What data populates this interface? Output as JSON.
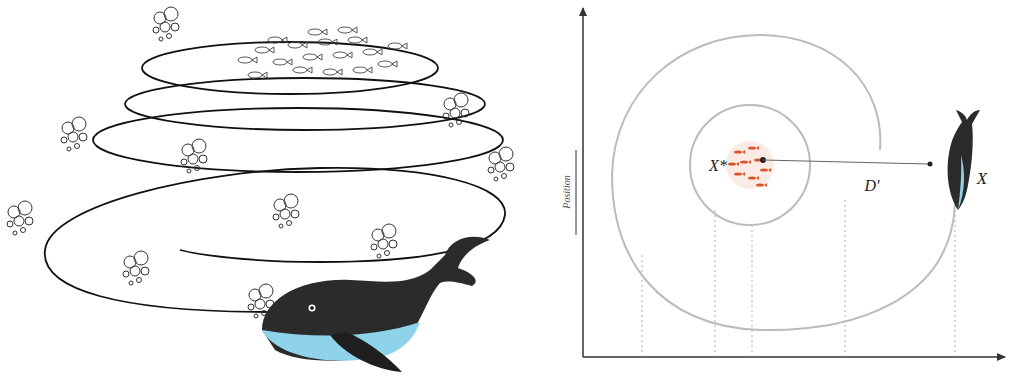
{
  "diagram": {
    "labels": [
      "Position",
      "X*",
      "D'",
      "X"
    ]
  }
}
